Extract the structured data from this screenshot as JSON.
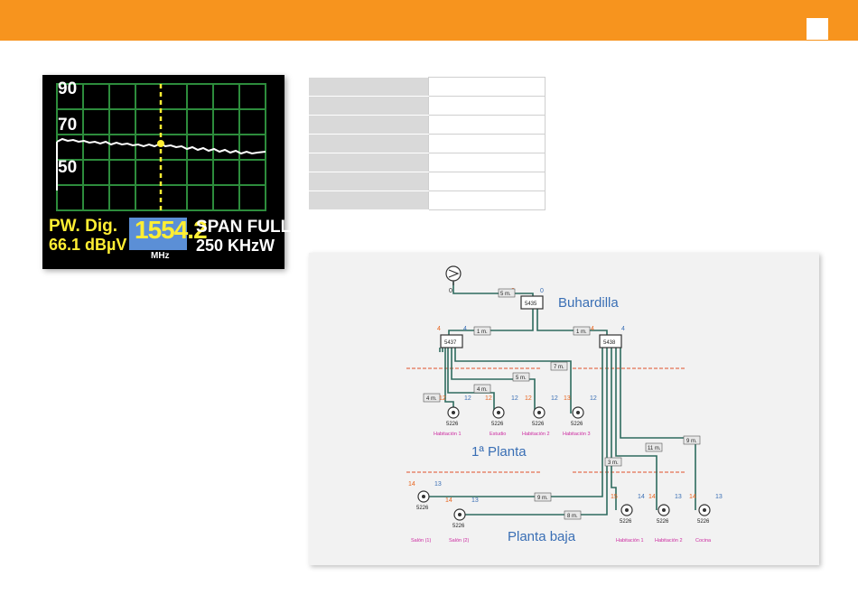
{
  "colors": {
    "header": "#f7941e",
    "grid": "#2d8c3c",
    "marker": "#ffee33",
    "readout_blue": "#5b8fd6",
    "wire": "#2e6b5e",
    "dash_red": "#e0502a",
    "orange_num": "#e8641e",
    "blue_num": "#3a6fb5",
    "magenta_label": "#cc2aa0"
  },
  "spectrum": {
    "y_ticks": [
      "90",
      "70",
      "50"
    ],
    "pw_label": "PW. Dig.",
    "pw_value": "66.1 dBµV",
    "freq": "1554.2",
    "unit": "MHz",
    "span_label": "SPAN FULL",
    "span_value": "250 KHzW"
  },
  "diagram": {
    "floors": {
      "top": "Buhardilla",
      "first": "1ª Planta",
      "ground": "Planta baja"
    },
    "antenna_num": "0",
    "splitters": {
      "top": "5435",
      "left": "5437",
      "right": "5438"
    },
    "splitter_nums": {
      "top_in": "0",
      "top_out": "0",
      "left_in": "4",
      "left_out": "4",
      "right_in": "4",
      "right_out": "4"
    },
    "cables": {
      "c_top": "5 m.",
      "c_left": "1 m.",
      "c_right": "1 m.",
      "c_estudio": "4 m.",
      "c_hab1": "4 m.",
      "c_hab2_up": "5 m.",
      "c_hab3": "7 m.",
      "c_salon1": "9 m.",
      "c_salon2": "8 m.",
      "c_hab1b": "3 m.",
      "c_hab2b": "11 m.",
      "c_cocina": "9 m."
    },
    "outlets": {
      "f1_hab1": {
        "code": "5226",
        "room": "Habitación 1",
        "n1": "12",
        "n2": "12"
      },
      "f1_estudio": {
        "code": "5226",
        "room": "Estudio",
        "n1": "12",
        "n2": "12"
      },
      "f1_hab2": {
        "code": "5226",
        "room": "Habitación 2",
        "n1": "12",
        "n2": "12"
      },
      "f1_hab3": {
        "code": "5226",
        "room": "Habitación 3",
        "n1": "13",
        "n2": "12"
      },
      "g_salon1": {
        "code": "5226",
        "room": "Salón (1)",
        "n1": "14",
        "n2": "13"
      },
      "g_salon2": {
        "code": "5226",
        "room": "Salón (2)",
        "n1": "14",
        "n2": "13"
      },
      "g_hab1": {
        "code": "5226",
        "room": "Habitación 1",
        "n1": "15",
        "n2": "14"
      },
      "g_hab2": {
        "code": "5226",
        "room": "Habitación 2",
        "n1": "14",
        "n2": "13"
      },
      "g_cocina": {
        "code": "5226",
        "room": "Cocina",
        "n1": "14",
        "n2": "13"
      }
    }
  }
}
